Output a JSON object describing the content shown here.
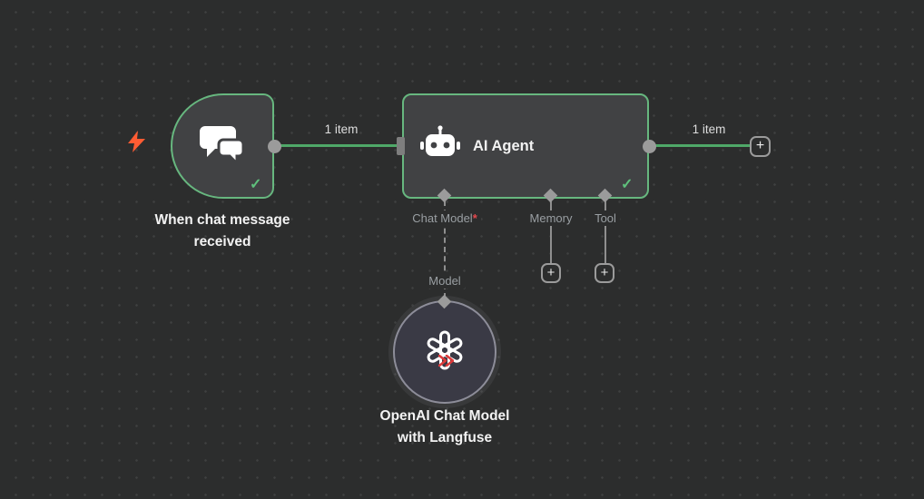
{
  "ui": {
    "check": "✓",
    "plus": "+"
  },
  "colors": {
    "canvas_bg": "#2c2d2d",
    "node_bg": "#414244",
    "accent_green": "#5fc07c",
    "wire_green": "#4fa868",
    "port_gray": "#9b9b9b",
    "required_red": "#e5484d",
    "trigger_bolt_orange": "#ff5c33"
  },
  "trigger_node": {
    "title": "When chat message received"
  },
  "agent_node": {
    "title": "AI Agent",
    "ports": [
      {
        "label": "Chat Model",
        "required_mark": "*"
      },
      {
        "label": "Memory",
        "required_mark": ""
      },
      {
        "label": "Tool",
        "required_mark": ""
      }
    ]
  },
  "model_node": {
    "title": "OpenAI Chat Model with Langfuse",
    "input_label": "Model"
  },
  "connections": {
    "trigger_to_agent_label": "1 item",
    "agent_output_label": "1 item"
  }
}
